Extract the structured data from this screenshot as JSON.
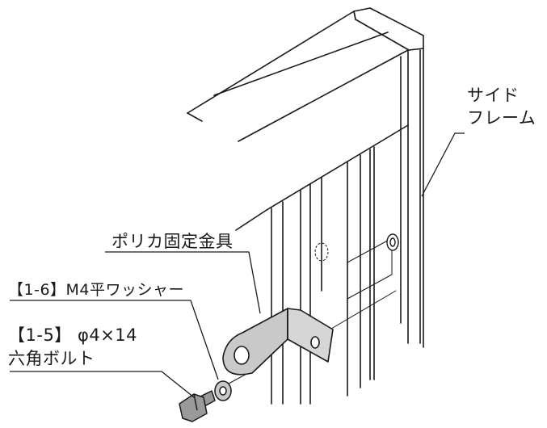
{
  "labels": {
    "side_frame_line1": "サイド",
    "side_frame_line2": "フレーム",
    "bracket": "ポリカ固定金具",
    "washer": "【1-6】M4平ワッシャー",
    "bolt_line1": "【1-5】 φ4×14",
    "bolt_line2": "六角ボルト"
  },
  "colors": {
    "line": "#1a1a1a",
    "metal": "#c9c9c9",
    "metal_dark": "#9a9a9a",
    "background": "#ffffff"
  }
}
